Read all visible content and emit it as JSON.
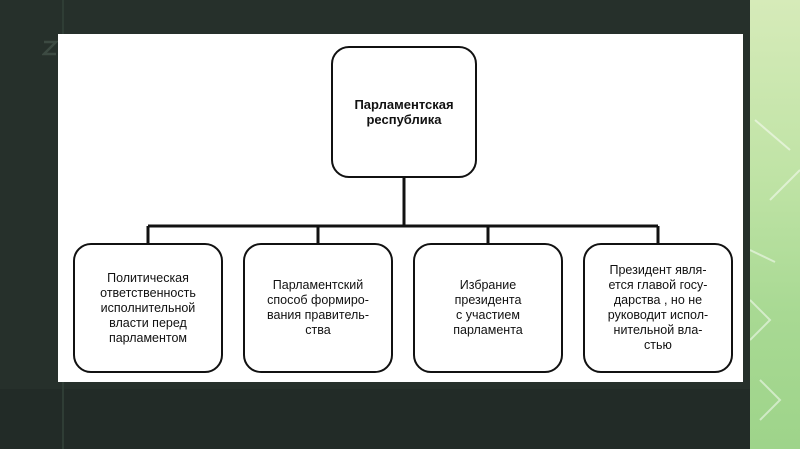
{
  "diagram": {
    "root": {
      "label": "Парламентская\nреспублика"
    },
    "children": [
      {
        "label": "Политическая\nответственность\nисполнительной\nвласти перед\nпарламентом"
      },
      {
        "label": "Парламентский\nспособ формиро-\nвания правитель-\nства"
      },
      {
        "label": "Избрание\nпрезидента\nс участием\nпарламента"
      },
      {
        "label": "Президент явля-\nется главой госу-\nдарства , но не\nруководит испол-\nнительной вла-\nстью"
      }
    ]
  },
  "colors": {
    "background": "#26302b",
    "accent_band": "#bfe3a5",
    "box_border": "#111111"
  }
}
